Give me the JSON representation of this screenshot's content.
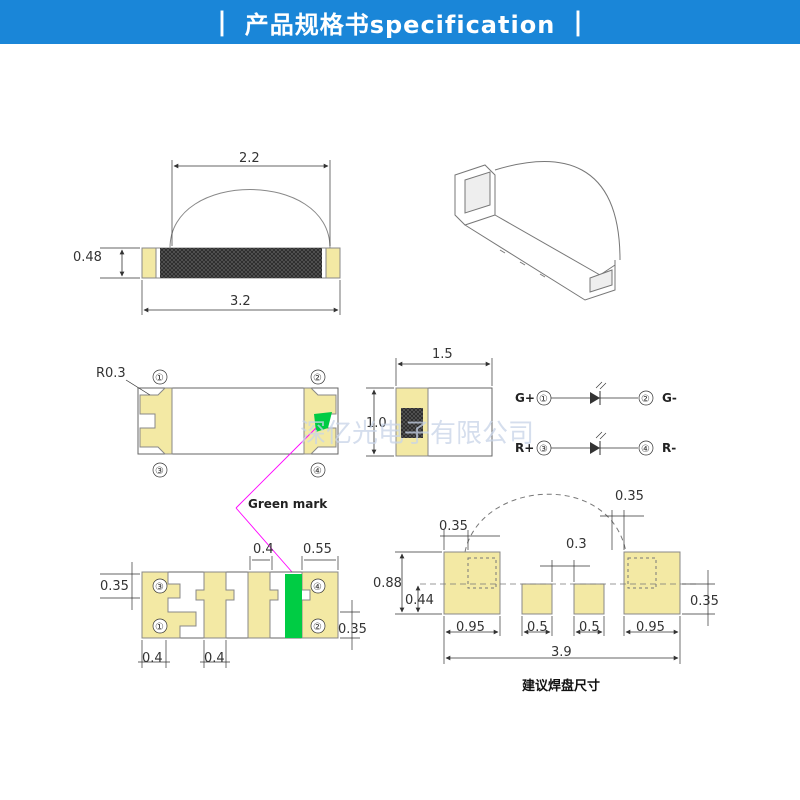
{
  "header": {
    "title": "产品规格书specification",
    "bar_left": "|",
    "bar_right": "|"
  },
  "side_view": {
    "dim_lens_width": "2.2",
    "dim_height": "0.48",
    "dim_body_length": "3.2"
  },
  "top_view": {
    "corner_radius": "R0.3",
    "pins": [
      "①",
      "②",
      "③",
      "④"
    ],
    "green_mark_label": "Green mark"
  },
  "end_view": {
    "dim_width": "1.5",
    "dim_height": "1.0"
  },
  "schematic": {
    "rows": [
      {
        "left": "G+",
        "pin_a": "①",
        "pin_b": "②",
        "right": "G-"
      },
      {
        "left": "R+",
        "pin_a": "③",
        "pin_b": "④",
        "right": "R-"
      }
    ]
  },
  "watermark": "深亿光电子有限公司",
  "bottom_view": {
    "dim_left_pad": "0.35",
    "dim_pad_gap": "0.4",
    "dim_pad_gap_bottom_a": "0.4",
    "dim_pad_gap_bottom_b": "0.4",
    "dim_right_pad": "0.55",
    "dim_right_height": "0.35",
    "pins": [
      "①",
      "②",
      "③",
      "④"
    ]
  },
  "pad_layout": {
    "dim_top_left": "0.35",
    "dim_top_right": "0.35",
    "dim_center_gap": "0.3",
    "dim_total_height": "0.88",
    "dim_inner_height": "0.44",
    "dim_right_height": "0.35",
    "dim_pad_a": "0.95",
    "dim_pad_b": "0.5",
    "dim_pad_c": "0.5",
    "dim_pad_d": "0.95",
    "dim_total": "3.9",
    "caption": "建议焊盘尺寸"
  },
  "colors": {
    "banner": "#1a86d8",
    "pad": "#f3e9a4",
    "green_mark": "#00cc44",
    "leader": "#ff00ff"
  }
}
